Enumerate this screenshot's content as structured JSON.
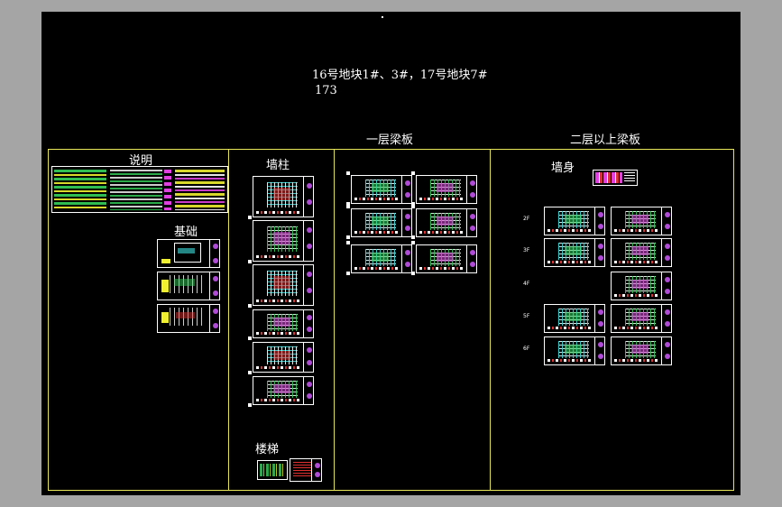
{
  "drawing": {
    "title_line1": "16号地块1#、3#，17号地块7#",
    "title_line2": "173"
  },
  "sections": {
    "notes": {
      "label": "说明",
      "sheet_count": 1
    },
    "foundation": {
      "label": "基础",
      "sheet_count": 3
    },
    "wall_columns": {
      "label": "墙柱",
      "sheet_count": 6
    },
    "stairs": {
      "label": "楼梯",
      "sheet_count": 2
    },
    "first_floor_beams": {
      "label": "一层梁板",
      "sheet_count": 6
    },
    "upper_floor_beams": {
      "label": "二层以上梁板",
      "sheet_count": 0
    },
    "wall_body": {
      "label": "墙身",
      "sheet_count": 9
    }
  },
  "wall_body_row_tags": [
    "2F",
    "3F",
    "4F",
    "5F",
    "6F"
  ],
  "colors": {
    "background": "#000000",
    "frame": "#e8e85a",
    "sheet_border": "#ffffff",
    "accent_cyan": "#3de0e0",
    "accent_green": "#34d35a",
    "accent_magenta": "#e040e0",
    "accent_yellow": "#f0f030",
    "accent_red": "#e03030",
    "accent_purple": "#b04ad8",
    "outer_background": "#a5a5a5"
  }
}
